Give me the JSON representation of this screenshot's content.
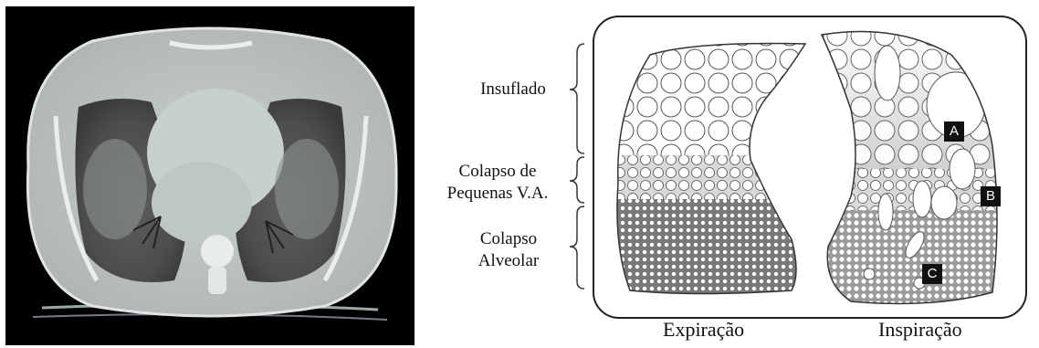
{
  "figure": {
    "left_panel": {
      "kind": "ct-scan-thorax-axial"
    },
    "diagram": {
      "zones": [
        {
          "id": "insuflado",
          "label": "Insuflado"
        },
        {
          "id": "colapso-pequenas",
          "label_line1": "Colapso de",
          "label_line2": "Pequenas V.A."
        },
        {
          "id": "colapso-alveolar",
          "label_line1": "Colapso",
          "label_line2": "Alveolar"
        }
      ],
      "captions": {
        "left_lung": "Expiração",
        "right_lung": "Inspiração"
      },
      "markers": [
        "A",
        "B",
        "C"
      ]
    }
  }
}
